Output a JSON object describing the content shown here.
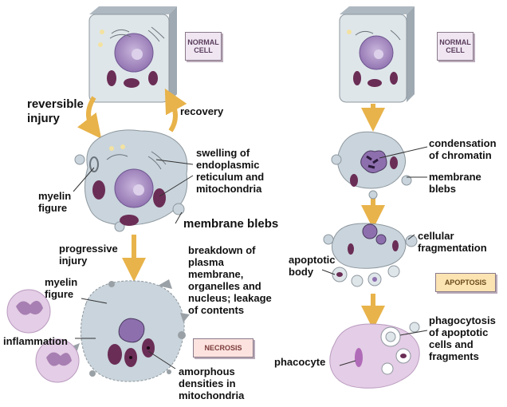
{
  "labels": {
    "normal_cell_left": "NORMAL\nCELL",
    "normal_cell_right": "NORMAL\nCELL",
    "reversible_injury": "reversible\ninjury",
    "recovery": "recovery",
    "swelling": "swelling of\nendoplasmic\nreticulum and\nmitochondria",
    "myelin_figure_1": "myelin\nfigure",
    "membrane_blebs_left": "membrane blebs",
    "progressive_injury": "progressive\ninjury",
    "breakdown": "breakdown of\nplasma\nmembrane,\norganelles and\nnucleus; leakage\nof contents",
    "myelin_figure_2": "myelin\nfigure",
    "inflammation": "inflammation",
    "necrosis": "NECROSIS",
    "amorphous": "amorphous\ndensities in\nmitochondria",
    "condensation": "condensation\nof chromatin",
    "membrane_blebs_right": "membrane\nblebs",
    "cellular_fragmentation": "cellular\nfragmentation",
    "apoptotic_body": "apoptotic\nbody",
    "apoptosis": "APOPTOSIS",
    "phagocytosis": "phagocytosis\nof apoptotic\ncells and\nfragments",
    "phacocyte": "phacocyte"
  },
  "colors": {
    "arrow": "#e8b34a",
    "nucleus": "#8e6fae",
    "mitochondria": "#6a2d55",
    "cytoplasm": "#c9d4dc",
    "cell_face": "#dfe6ea",
    "cell_side": "#b7c1c9",
    "phagocyte": "#e4cde6",
    "necrotic_spots": "#9aa1a6"
  }
}
